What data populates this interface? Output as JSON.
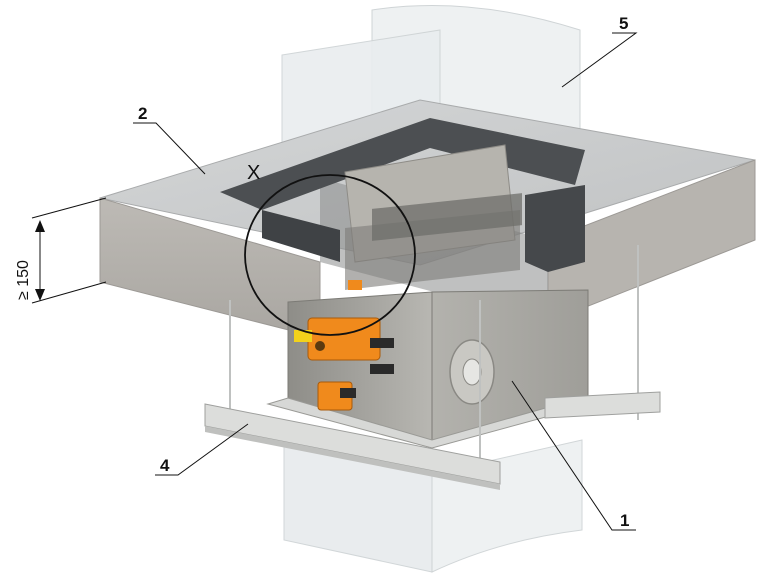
{
  "callouts": {
    "damper": "1",
    "slab": "2",
    "rail": "4",
    "duct": "5"
  },
  "detail_marker": "X",
  "dimension": "≥ 150",
  "colors": {
    "concrete_top": "#c9cbcc",
    "concrete_side": "#b3b1ad",
    "seal": "#4c4f52",
    "damper_body": "#a7a6a1",
    "actuator": "#f08a1c",
    "rail": "#d8d9d7",
    "duct_glass": "#e6eaec"
  }
}
